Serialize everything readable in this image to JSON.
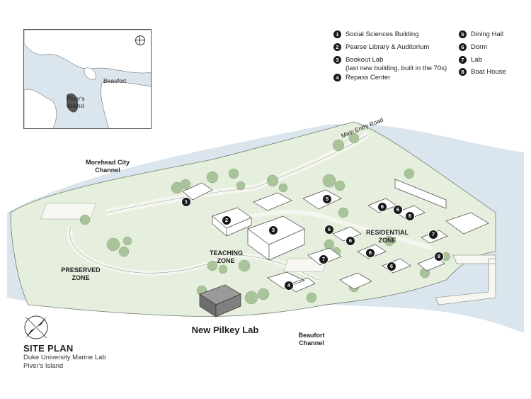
{
  "legend": [
    {
      "num": "1",
      "label": "Social Sciences Building"
    },
    {
      "num": "2",
      "label": "Pearse Library & Auditorium"
    },
    {
      "num": "3",
      "label": "Bookout Lab",
      "sub": "(last new building, built in the 70s)"
    },
    {
      "num": "4",
      "label": "Repass Center"
    },
    {
      "num": "5",
      "label": "Dining Hall"
    },
    {
      "num": "6",
      "label": "Dorm"
    },
    {
      "num": "7",
      "label": "Lab"
    },
    {
      "num": "8",
      "label": "Boat House"
    }
  ],
  "inset": {
    "beaufort": "Beaufort",
    "island": "Piver's Island"
  },
  "labels": {
    "main_entry_road": "Main Entry Road",
    "morehead_channel": "Morehead City Channel",
    "preserved_zone": "PRESERVED ZONE",
    "teaching_zone": "TEACHING ZONE",
    "residential_zone": "RESIDENTIAL ZONE",
    "new_pilkey_lab": "New Pilkey Lab",
    "beaufort_channel": "Beaufort Channel"
  },
  "title": {
    "heading": "SITE PLAN",
    "line1": "Duke University Marine Lab",
    "line2": "Piver's Island"
  },
  "colors": {
    "water": "#dbe5ee",
    "land": "#e4ecdc",
    "trees": "#a9c49a",
    "buildings": "#ffffff",
    "new_lab": "#8a8a8a",
    "badge": "#1a1a1a"
  }
}
